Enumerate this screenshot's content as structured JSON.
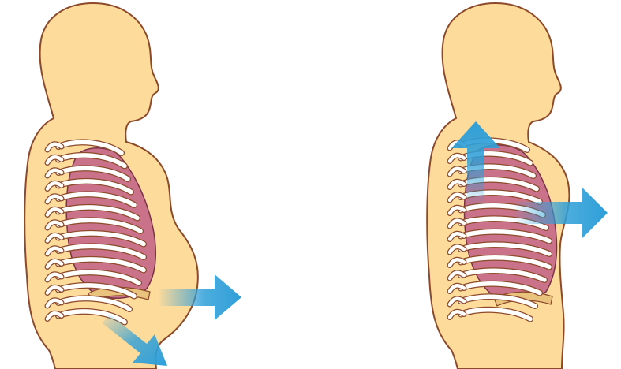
{
  "figures": [
    {
      "id": "abdominal-breathing",
      "arrows": [
        "forward",
        "downward"
      ]
    },
    {
      "id": "chest-breathing",
      "arrows": [
        "upward",
        "forward"
      ]
    }
  ],
  "colors": {
    "skin": "#fddb9b",
    "outline": "#8c4a2a",
    "lung": "#c9728a",
    "lung_outline": "#7a3446",
    "rib": "#ffffff",
    "arrow": "#2e9fd8"
  }
}
